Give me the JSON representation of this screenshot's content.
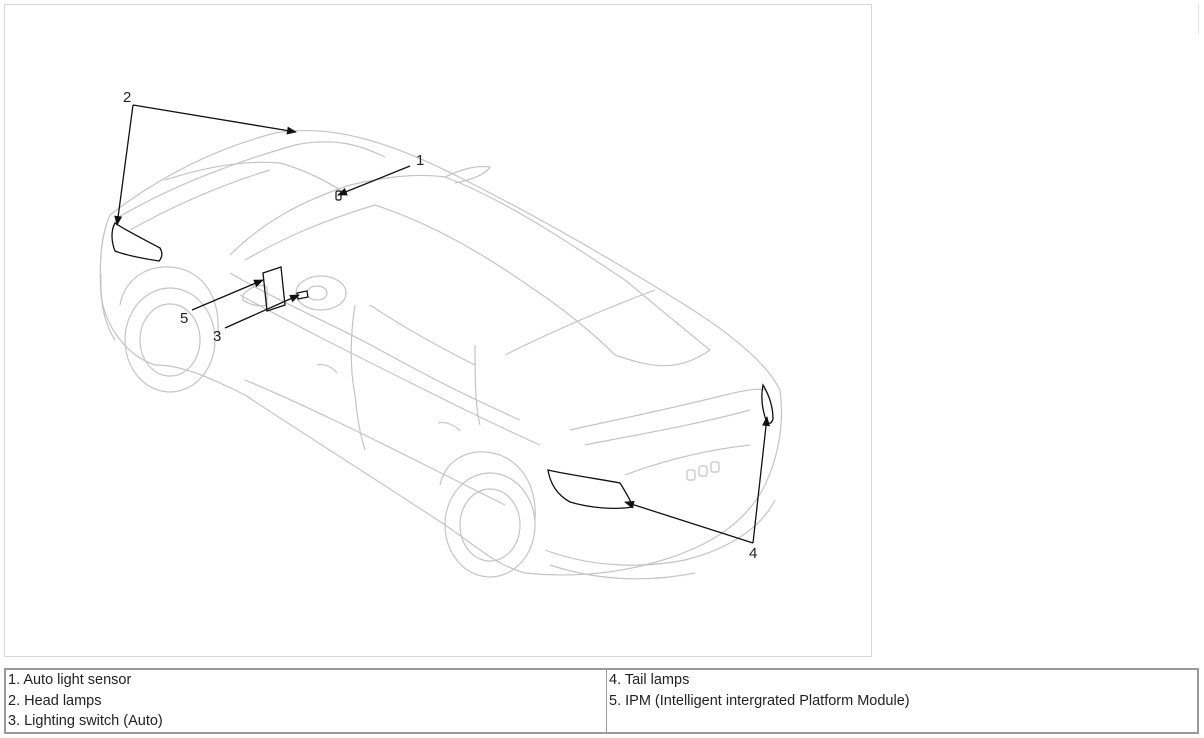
{
  "figure": {
    "callouts": [
      "1",
      "2",
      "3",
      "4",
      "5"
    ]
  },
  "legend": {
    "left": [
      "1. Auto light sensor",
      "2. Head lamps",
      "3. Lighting switch (Auto)"
    ],
    "right": [
      "4. Tail lamps",
      "5. IPM (Intelligent intergrated Platform Module)"
    ]
  },
  "colors": {
    "car_outline": "#c4c4c4",
    "part_outline": "#111111",
    "leader_line": "#111111",
    "frame_border": "#d6d6d6",
    "table_border": "#9a9a9a"
  }
}
